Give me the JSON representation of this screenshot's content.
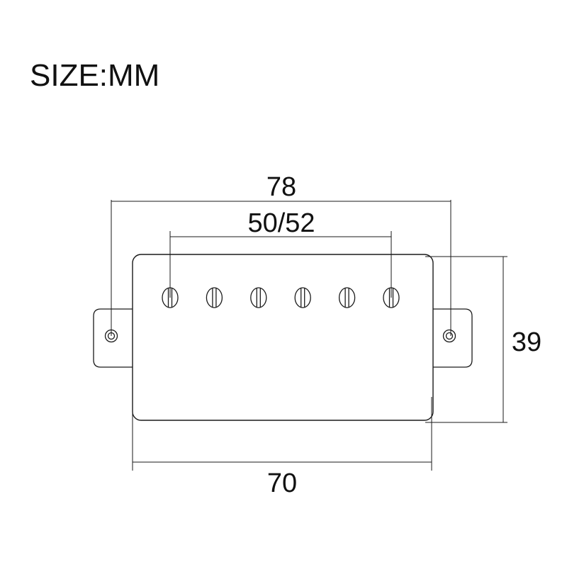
{
  "title": "SIZE:MM",
  "dimensions": {
    "overall_width": "78",
    "pole_spacing": "50/52",
    "height": "39",
    "body_width": "70"
  },
  "pole_count": 6,
  "colors": {
    "line": "#1a1a1a",
    "background": "#ffffff"
  }
}
